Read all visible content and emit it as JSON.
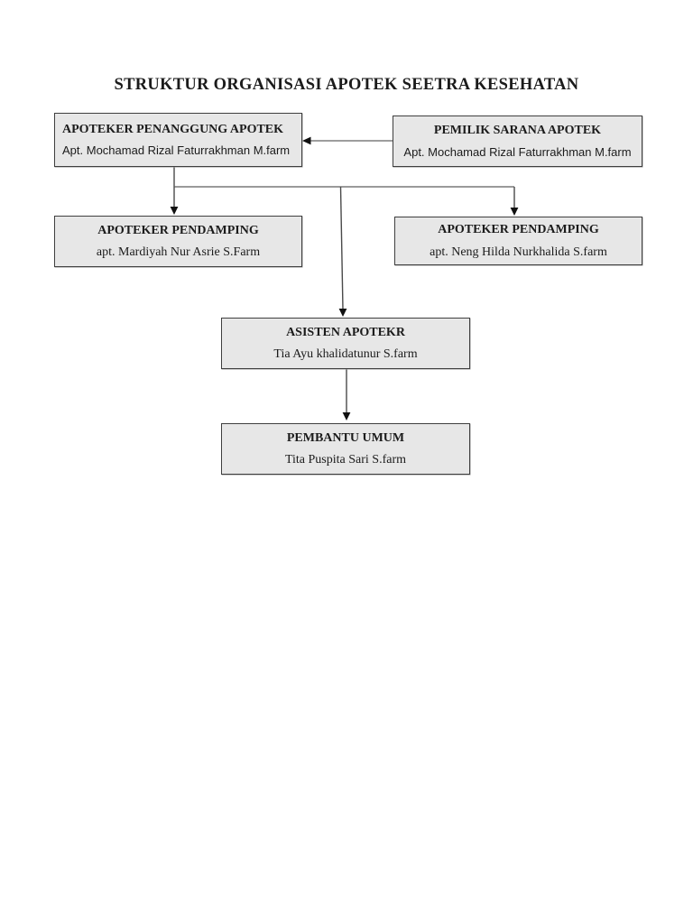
{
  "page_title": "STRUKTUR ORGANISASI APOTEK SEETRA KESEHATAN",
  "nodes": [
    {
      "id": "apoteker-penanggung-apotek",
      "role": "APOTEKER PENANGGUNG APOTEK",
      "person": "Apt. Mochamad Rizal Faturrakhman M.farm"
    },
    {
      "id": "pemilik-sarana-apotek",
      "role": "PEMILIK SARANA APOTEK",
      "person": "Apt. Mochamad Rizal Faturrakhman M.farm"
    },
    {
      "id": "apoteker-pendamping-1",
      "role": "APOTEKER PENDAMPING",
      "person": "apt. Mardiyah Nur Asrie S.Farm"
    },
    {
      "id": "apoteker-pendamping-2",
      "role": "APOTEKER PENDAMPING",
      "person": "apt. Neng Hilda Nurkhalida S.farm"
    },
    {
      "id": "asisten-apotekr",
      "role": "ASISTEN APOTEKR",
      "person": "Tia Ayu khalidatunur S.farm"
    },
    {
      "id": "pembantu-umum",
      "role": "PEMBANTU UMUM",
      "person": "Tita Puspita Sari S.farm"
    }
  ],
  "edges": [
    {
      "from": "pemilik-sarana-apotek",
      "to": "apoteker-penanggung-apotek",
      "style": "arrow-left"
    },
    {
      "from": "apoteker-penanggung-apotek",
      "to": "apoteker-pendamping-1",
      "style": "arrow-down"
    },
    {
      "from": "apoteker-penanggung-apotek",
      "to": "apoteker-pendamping-2",
      "style": "arrow-down"
    },
    {
      "from": "apoteker-penanggung-apotek",
      "to": "asisten-apotekr",
      "style": "arrow-down"
    },
    {
      "from": "asisten-apotekr",
      "to": "pembantu-umum",
      "style": "arrow-down"
    }
  ],
  "colors": {
    "background": "#ffffff",
    "box_fill": "#e7e7e7",
    "box_border": "#3f3f3f",
    "text": "#1b1b1b",
    "connector_dark": "#4a4a4a",
    "connector_light": "#8f8f8f",
    "arrowhead": "#111111"
  }
}
